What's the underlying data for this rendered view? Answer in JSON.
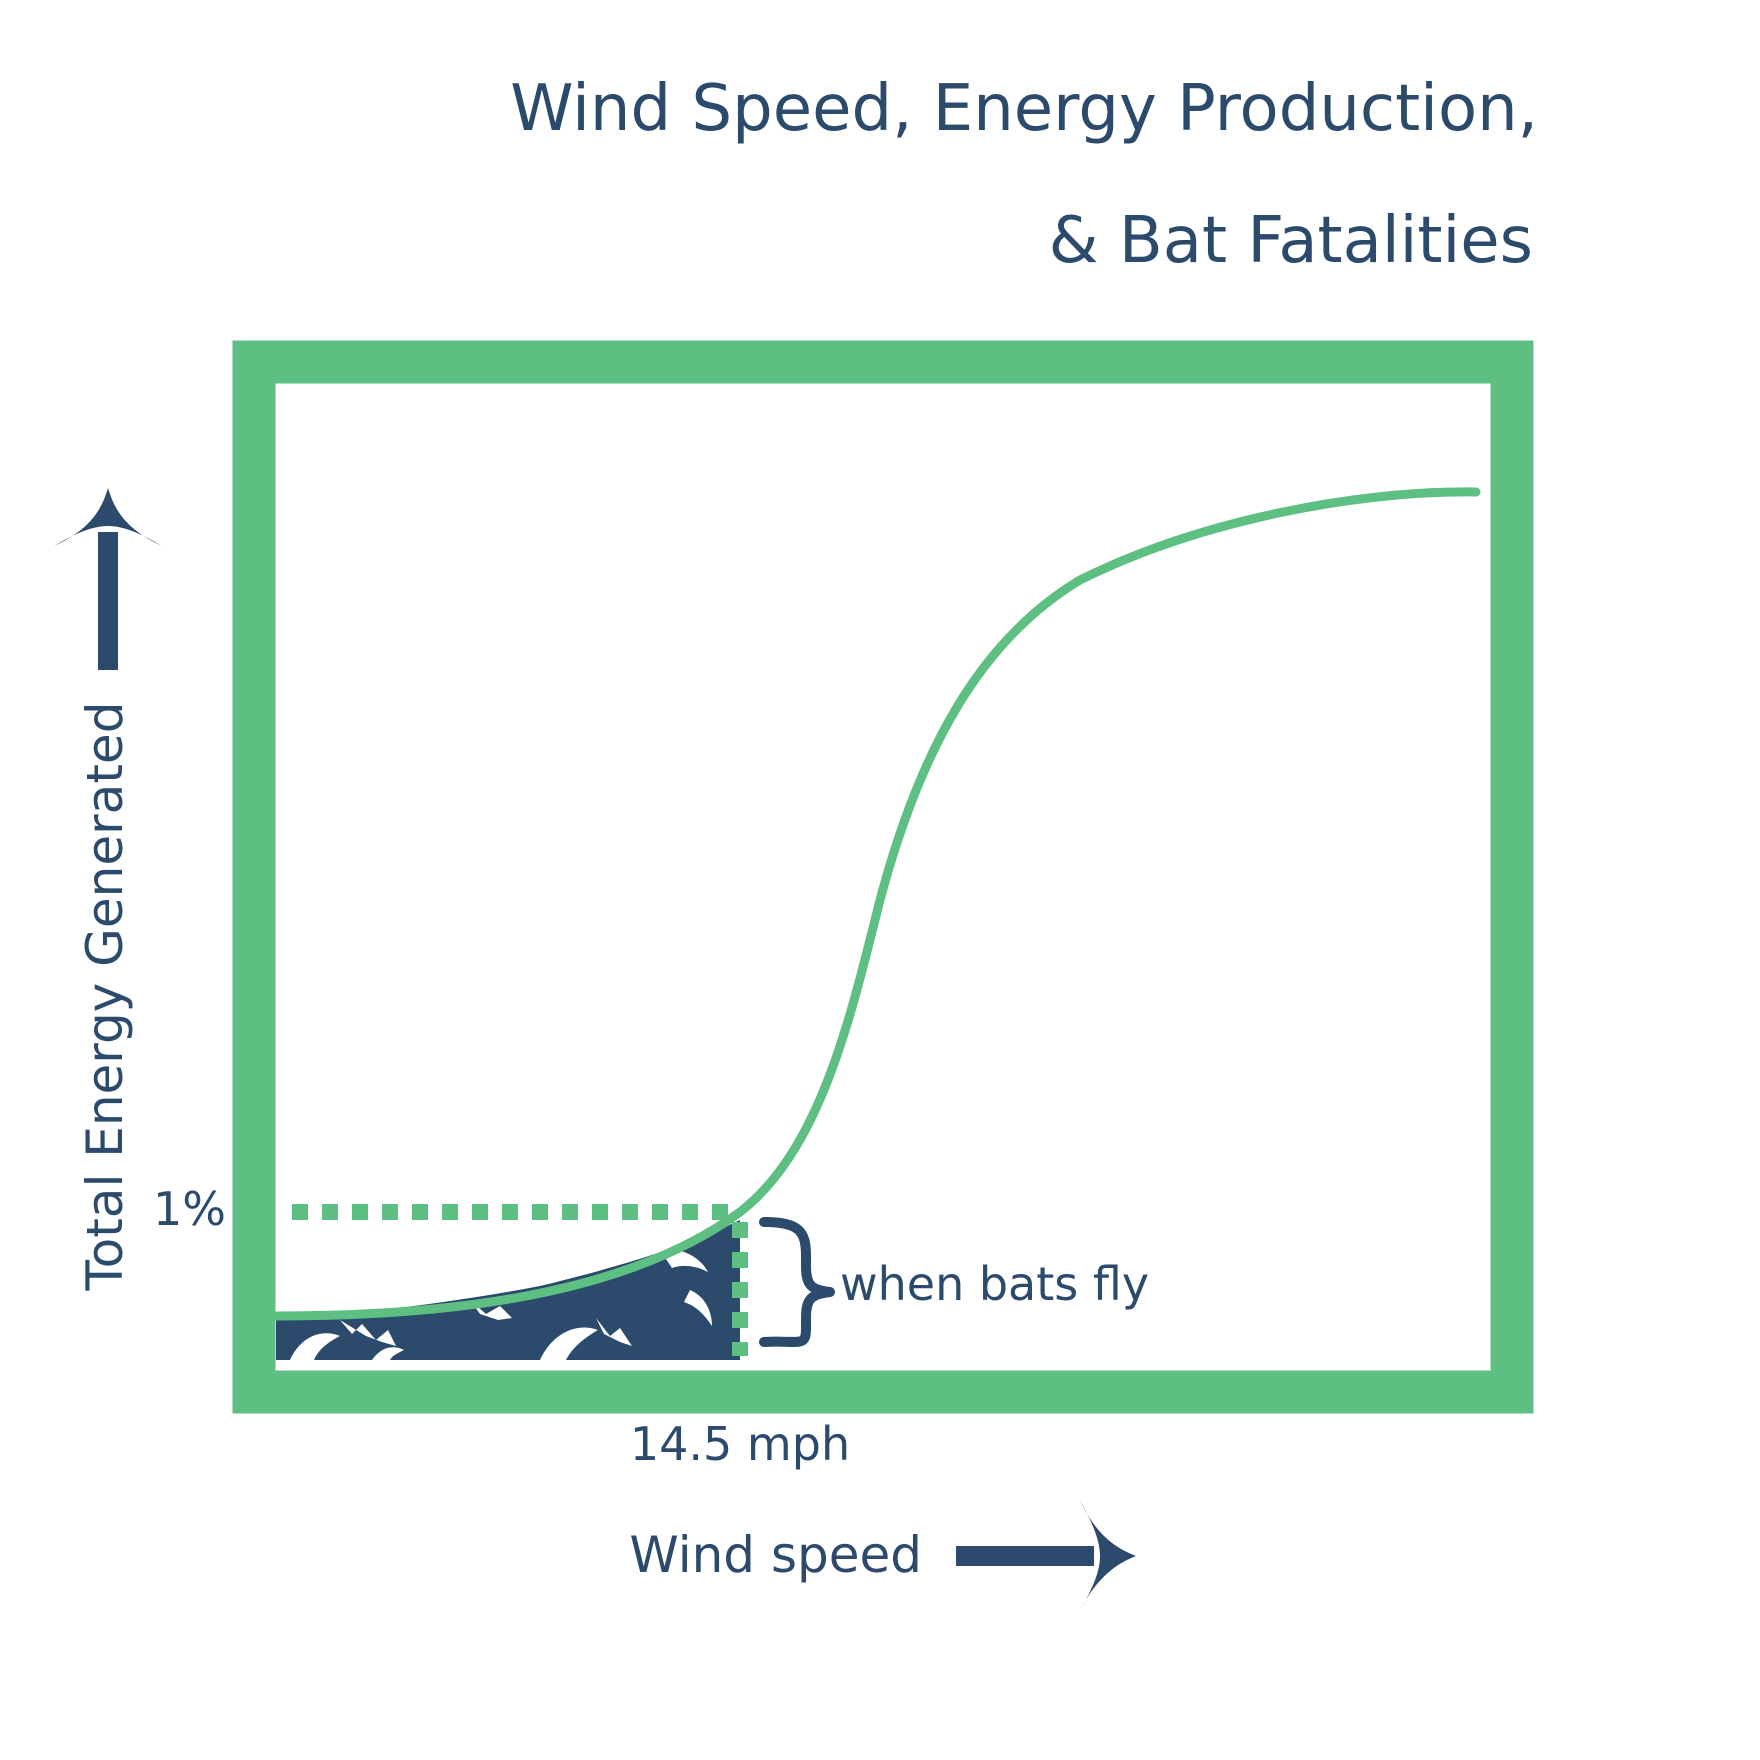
{
  "chart_data": {
    "type": "line",
    "title_lines": [
      "Wind Speed, Energy Production,",
      "& Bat Fatalities"
    ],
    "xlabel": "Wind speed",
    "ylabel": "Total Energy Generated",
    "x_marker_label": "14.5 mph",
    "y_marker_label": "1%",
    "region_label": "when bats fly",
    "show_grid": false,
    "colors": {
      "curve": "#5ebf83",
      "frame": "#5ebf83",
      "text": "#2c4a6b",
      "bats": "#2c4a6b"
    }
  }
}
